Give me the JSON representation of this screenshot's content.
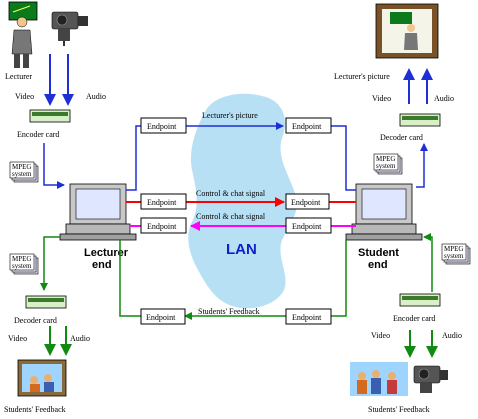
{
  "labels": {
    "lecturer": "Lecturer",
    "video_left": "Video",
    "audio_left": "Audio",
    "encoder_card_left": "Encoder card",
    "mpeg_system": "MPEG system",
    "lecturer_end": "Lecturer end",
    "decoder_card_left": "Decoder card",
    "video_left_bottom": "Video",
    "audio_left_bottom": "Audio",
    "students_feedback_left": "Students' Feedback",
    "lecturers_picture_top": "Lecturer's picture",
    "video_right": "Video",
    "audio_right": "Audio",
    "decoder_card_right": "Decoder card",
    "student_end": "Student end",
    "encoder_card_right": "Encoder card",
    "video_right_bottom": "Video",
    "audio_right_bottom": "Audio",
    "students_feedback_right": "Students' Feedback",
    "lan": "LAN",
    "endpoint": "Endpoint",
    "lecturers_picture_link": "Lecturer's picture",
    "control_chat_1": "Control & chat signal",
    "control_chat_2": "Control & chat signal",
    "students_feedback_link": "Students' Feedback"
  },
  "colors": {
    "video_link": "#1f2fd6",
    "control_forward": "#ff0000",
    "control_back": "#ff00ff",
    "feedback_link": "#108a10",
    "lan_fill": "#b8e0f4",
    "lan_text": "#1020c8"
  }
}
